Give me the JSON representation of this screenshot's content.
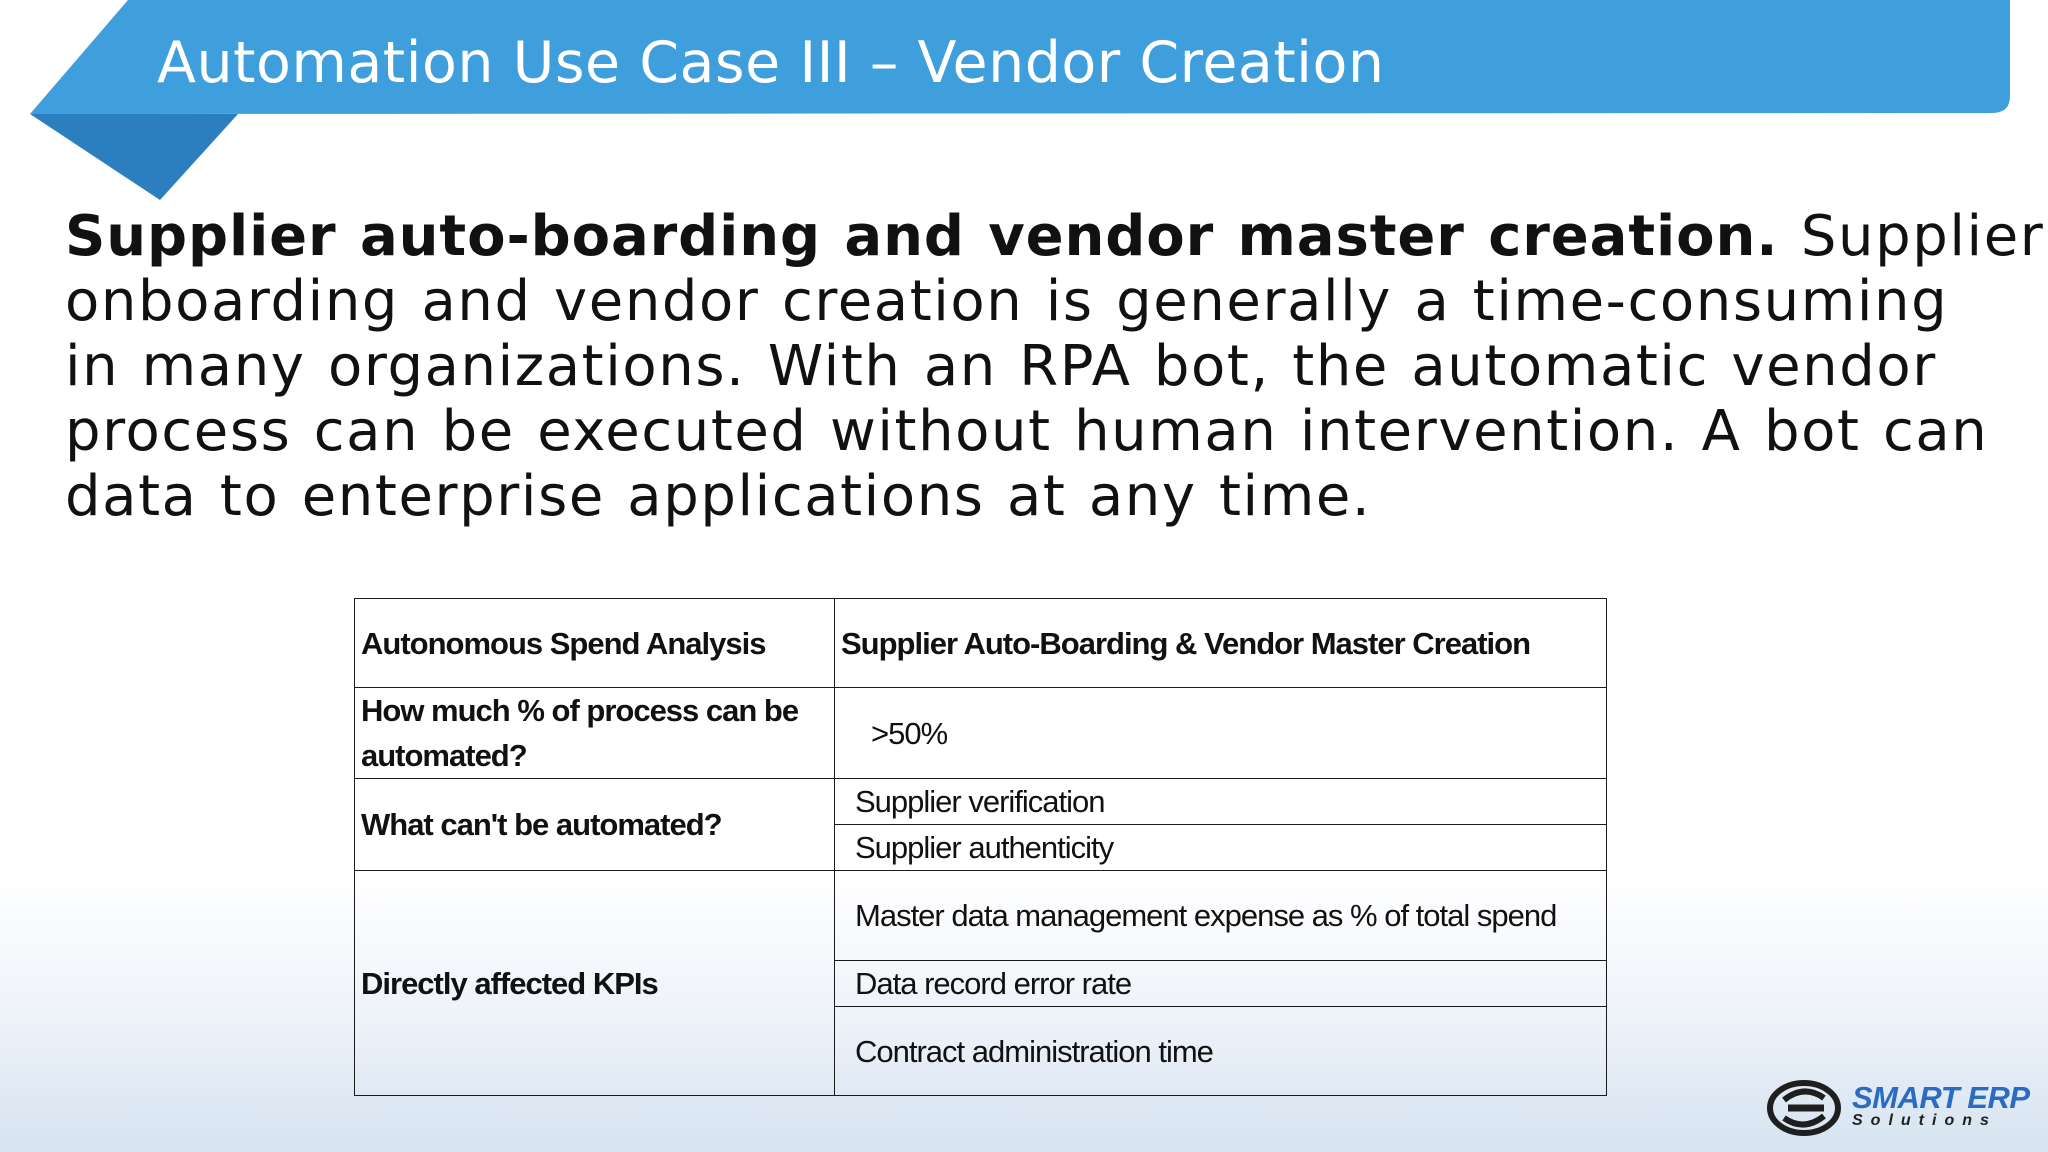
{
  "slide": {
    "title": "Automation Use Case III – Vendor Creation",
    "accent_color": "#3f9edc",
    "accent_dark_color": "#2c7fbf"
  },
  "paragraph": {
    "lead": "Supplier auto-boarding and vendor master creation.",
    "line1_rest": " Supplier",
    "line2": "onboarding and vendor creation is generally a time-consuming",
    "line3": "in many organizations. With an RPA bot, the automatic vendor",
    "line4": "process can be executed without human intervention. A bot can",
    "line5": "data to enterprise applications at any time."
  },
  "table": {
    "header_left": "Autonomous Spend Analysis",
    "header_right": "Supplier Auto-Boarding & Vendor Master Creation",
    "rows": [
      {
        "label": "How much % of process can be automated?",
        "values": [
          ">50%"
        ]
      },
      {
        "label": "What can't be automated?",
        "values": [
          "Supplier verification",
          "Supplier authenticity"
        ]
      },
      {
        "label": "Directly affected KPIs",
        "values": [
          "Master data management expense as % of total spend",
          "Data record error rate",
          "Contract administration time"
        ]
      }
    ]
  },
  "logo": {
    "line1": "SMART ERP",
    "line2": "Solutions",
    "icon": "smart-erp-s-logo-icon",
    "color": "#2b6cc0"
  }
}
